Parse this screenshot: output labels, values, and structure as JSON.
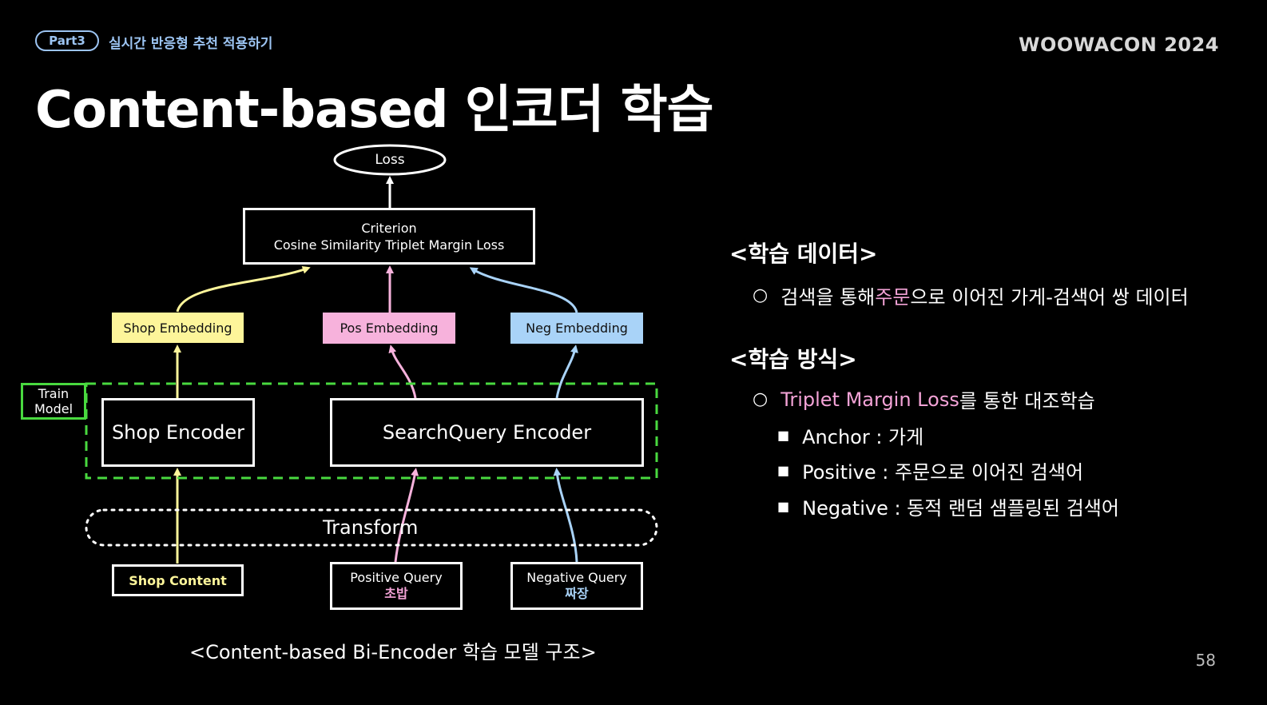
{
  "header": {
    "part_label": "Part3",
    "part_subtitle": "실시간 반응형 추천 적용하기",
    "brand": "WOOWACON 2024",
    "title": "Content-based 인코더 학습",
    "page_number": "58"
  },
  "diagram": {
    "loss": "Loss",
    "criterion_line1": "Criterion",
    "criterion_line2": "Cosine Similarity Triplet Margin Loss",
    "shop_embedding": "Shop Embedding",
    "pos_embedding": "Pos Embedding",
    "neg_embedding": "Neg Embedding",
    "train_model_line1": "Train",
    "train_model_line2": "Model",
    "shop_encoder": "Shop Encoder",
    "searchquery_encoder": "SearchQuery Encoder",
    "transform": "Transform",
    "shop_content": "Shop Content",
    "positive_query": "Positive Query",
    "positive_query_example": "초밥",
    "negative_query": "Negative Query",
    "negative_query_example": "짜장",
    "caption": "<Content-based Bi-Encoder 학습 모델 구조>",
    "colors": {
      "shop": "#fdf59a",
      "pos": "#f7b2dc",
      "neg": "#a9d3f8",
      "train_model": "#49d93f"
    }
  },
  "notes": {
    "data_heading": "<학습 데이터>",
    "data_bullet_pre": "검색을 통해 ",
    "data_bullet_highlight": "주문",
    "data_bullet_post": "으로 이어진 가게-검색어 쌍 데이터",
    "method_heading": "<학습 방식>",
    "method_bullet_highlight": "Triplet Margin Loss",
    "method_bullet_post": " 를 통한 대조학습",
    "sub_bullets": [
      "Anchor : 가게",
      "Positive : 주문으로 이어진 검색어",
      "Negative : 동적 랜덤 샘플링된 검색어"
    ],
    "circle_marker": "○",
    "square_marker": "■"
  }
}
